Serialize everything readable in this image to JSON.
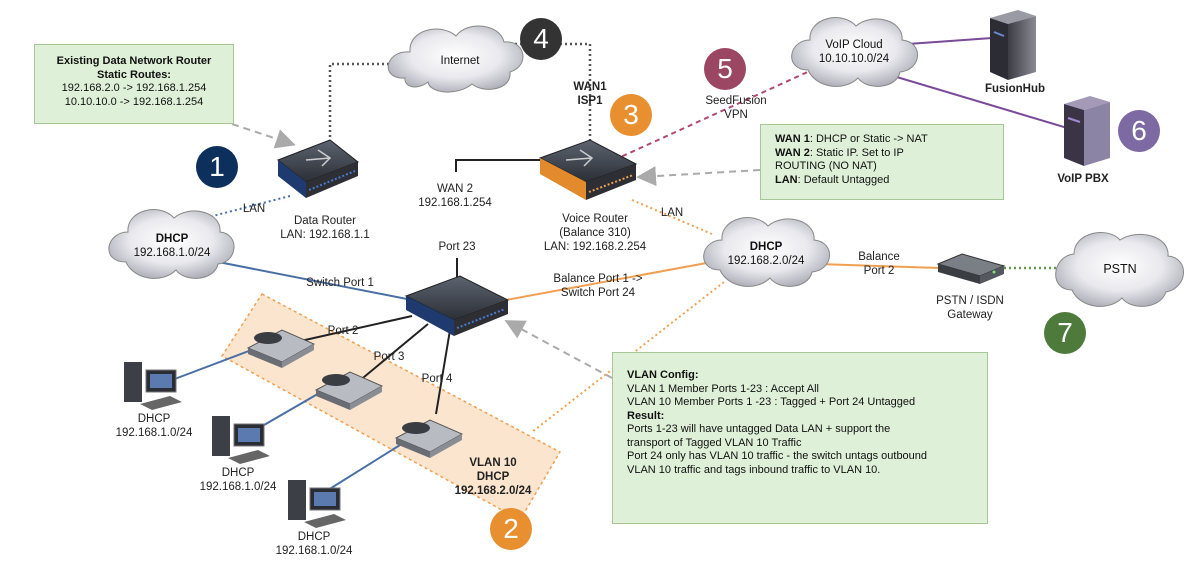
{
  "router_note": {
    "title1": "Existing Data Network Router",
    "title2": "Static Routes:",
    "route1": "192.168.2.0 -> 192.168.1.254",
    "route2": "10.10.10.0 -> 192.168.1.254"
  },
  "clouds": {
    "internet": "Internet",
    "dhcp_left_title": "DHCP",
    "dhcp_left_subnet": "192.168.1.0/24",
    "dhcp_mid_title": "DHCP",
    "dhcp_mid_subnet": "192.168.2.0/24",
    "voip_title": "VoIP Cloud",
    "voip_subnet": "10.10.10.0/24",
    "pstn": "PSTN"
  },
  "devices": {
    "data_router_name": "Data Router",
    "data_router_lan": "LAN: 192.168.1.1",
    "voice_router_name": "Voice Router",
    "voice_router_model": "(Balance 310)",
    "voice_router_lan": "LAN: 192.168.2.254",
    "fusionhub": "FusionHub",
    "voip_pbx": "VoIP PBX",
    "gateway_line1": "PSTN / ISDN",
    "gateway_line2": "Gateway"
  },
  "link_labels": {
    "lan_left": "LAN",
    "lan_right": "LAN",
    "wan1": "WAN1",
    "isp1": "ISP1",
    "wan2": "WAN 2",
    "wan2_ip": "192.168.1.254",
    "seedfusion1": "SeedFusion",
    "seedfusion2": "VPN",
    "port23": "Port 23",
    "switch_port1": "Switch Port 1",
    "balance_port1": "Balance Port 1 ->",
    "switch_port24": "Switch Port 24",
    "balance": "Balance",
    "port2_gw": "Port 2",
    "port2": "Port 2",
    "port3": "Port 3",
    "port4": "Port 4"
  },
  "wan_note": {
    "l1_b": "WAN 1",
    "l1": ": DHCP or Static -> NAT",
    "l2_b": "WAN 2",
    "l2": ": Static IP. Set to IP",
    "l3": "ROUTING (NO NAT)",
    "l4_b": "LAN",
    "l4": ": Default Untagged"
  },
  "vlan_note": {
    "title": "VLAN Config:",
    "l1": "VLAN 1 Member Ports 1-23 : Accept All",
    "l2": "VLAN 10 Member Ports 1 -23 : Tagged + Port 24 Untagged",
    "result": "Result:",
    "l3": "Ports 1-23 will have untagged Data LAN + support  the",
    "l4": "transport of Tagged VLAN 10 Traffic",
    "l5": "Port 24 only has VLAN 10 traffic - the switch untags outbound",
    "l6": "VLAN 10 traffic and tags inbound traffic to VLAN 10."
  },
  "vlan_zone": {
    "title": "VLAN 10",
    "dhcp": "DHCP",
    "subnet": "192.168.2.0/24"
  },
  "pcs": [
    {
      "title": "DHCP",
      "subnet": "192.168.1.0/24"
    },
    {
      "title": "DHCP",
      "subnet": "192.168.1.0/24"
    },
    {
      "title": "DHCP",
      "subnet": "192.168.1.0/24"
    }
  ],
  "badges": [
    {
      "n": "1",
      "color": "#0d2f5c"
    },
    {
      "n": "2",
      "color": "#e8902f"
    },
    {
      "n": "3",
      "color": "#e8902f"
    },
    {
      "n": "4",
      "color": "#333333"
    },
    {
      "n": "5",
      "color": "#9b4764"
    },
    {
      "n": "6",
      "color": "#7e6aa2"
    },
    {
      "n": "7",
      "color": "#4e7a3c"
    }
  ],
  "colors": {
    "lan_blue": "#4a6fa5",
    "orange": "#f0a050",
    "purple": "#7a4a9a",
    "vpn_red": "#b04a6a",
    "green": "#5a9a4a",
    "note_bg": "#dff0d8"
  }
}
